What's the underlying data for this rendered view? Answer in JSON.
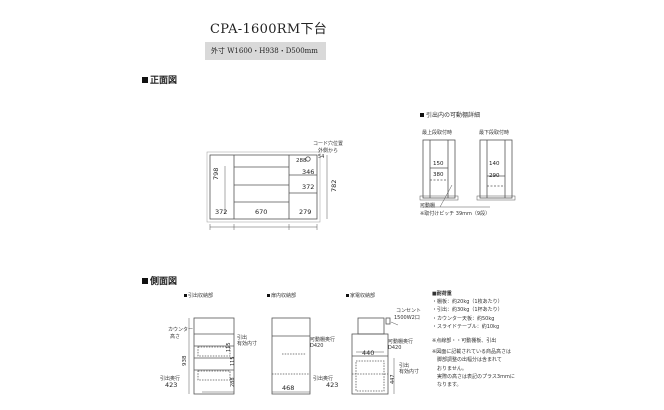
{
  "header": {
    "title": "CPA-1600RM下台",
    "spec": "外寸 W1600・H938・D500mm"
  },
  "front_view": {
    "heading": "正面図",
    "labels": {
      "cord_hole_a": "コード穴位置",
      "cord_hole_b": "外側から",
      "cord_hole_c": "54"
    },
    "dims": {
      "d288": "288",
      "d346": "346",
      "d372_right": "372",
      "d798": "798",
      "d372_bottom": "372",
      "d670": "670",
      "d279": "279",
      "d782": "782"
    }
  },
  "shelf_detail": {
    "heading": "引出内の可動棚詳細",
    "top_label": "最上段取付時",
    "bottom_label": "最下段取付時",
    "d150": "150",
    "d380": "380",
    "d140": "140",
    "d290": "290",
    "note_a": "可動棚",
    "note_b": "※取付けピッチ 39mm（9段）"
  },
  "side_view": {
    "heading": "側面図",
    "col1_label": "引出収納部",
    "col2_label": "扉内収納部",
    "col3_label": "家電収納部",
    "counter_a": "カウンター",
    "counter_b": "高さ",
    "drawer_inner_a": "引出",
    "drawer_inner_b": "有効内寸",
    "drawer_depth_label": "引出奥行",
    "d938": "938",
    "d115": "115",
    "d115b": "115",
    "d288": "288",
    "d423": "423",
    "shelf_depth_a": "可動棚奥行",
    "shelf_depth_b": "D420",
    "d468": "468",
    "outlet_a": "コンセント",
    "outlet_b": "1500W2口",
    "d440": "440",
    "shelf_depth_c": "可動棚奥行",
    "shelf_depth_d": "D420",
    "drawer_depth_label2": "引出奥行",
    "d423b": "423",
    "d447": "447",
    "inner_a": "引出",
    "inner_b": "有効内寸"
  },
  "load": {
    "heading": "■耐荷重",
    "items": [
      "・棚板：約20kg（1枚あたり）",
      "・引出：約30kg（1杯あたり）",
      "・カウンター天板：約50kg",
      "・スライドテーブル：約10kg"
    ],
    "legend": "※点線部・・可動棚板、引出",
    "notes": [
      "※図面に記載されている商品高さは",
      "　脚部調整の出幅分は含まれて",
      "　おりません。",
      "　実際の高さは表記のプラス3mmに",
      "　なります。"
    ]
  }
}
